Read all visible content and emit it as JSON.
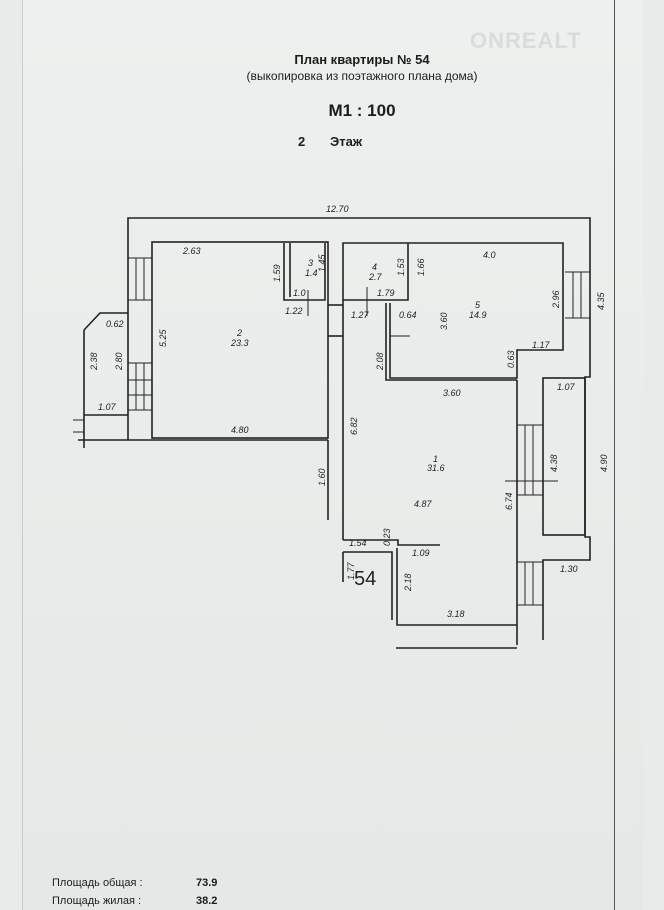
{
  "header": {
    "title": "План квартиры № 54",
    "subtitle": "(выкопировка из поэтажного плана дома)",
    "scale": "М1 : 100",
    "floor_number": "2",
    "floor_label": "Этаж",
    "watermark": "ONREALT"
  },
  "plan": {
    "apartment_mark": "54",
    "rooms": [
      {
        "number": "1",
        "area": "31.6"
      },
      {
        "number": "2",
        "area": "23.3"
      },
      {
        "number": "3",
        "area": "1.4"
      },
      {
        "number": "4",
        "area": "2.7"
      },
      {
        "number": "5",
        "area": "14.9"
      }
    ],
    "dimensions": [
      "12.70",
      "2.63",
      "1.59",
      "1.45",
      "1.0",
      "1.22",
      "5.25",
      "0.62",
      "2.38",
      "2.80",
      "1.07",
      "4.80",
      "1.53",
      "1.66",
      "4.0",
      "1.79",
      "1.27",
      "0.64",
      "3.60",
      "2.96",
      "4.35",
      "2.08",
      "0.63",
      "1.17",
      "3.60",
      "1.07",
      "6.82",
      "1.60",
      "4.38",
      "4.90",
      "4.87",
      "6.74",
      "1.54",
      "0.23",
      "1.09",
      "1.77",
      "2.18",
      "1.30",
      "3.18"
    ]
  },
  "summary": {
    "total_label": "Площадь общая :",
    "total_value": "73.9",
    "living_label": "Площадь жилая :",
    "living_value": "38.2"
  }
}
